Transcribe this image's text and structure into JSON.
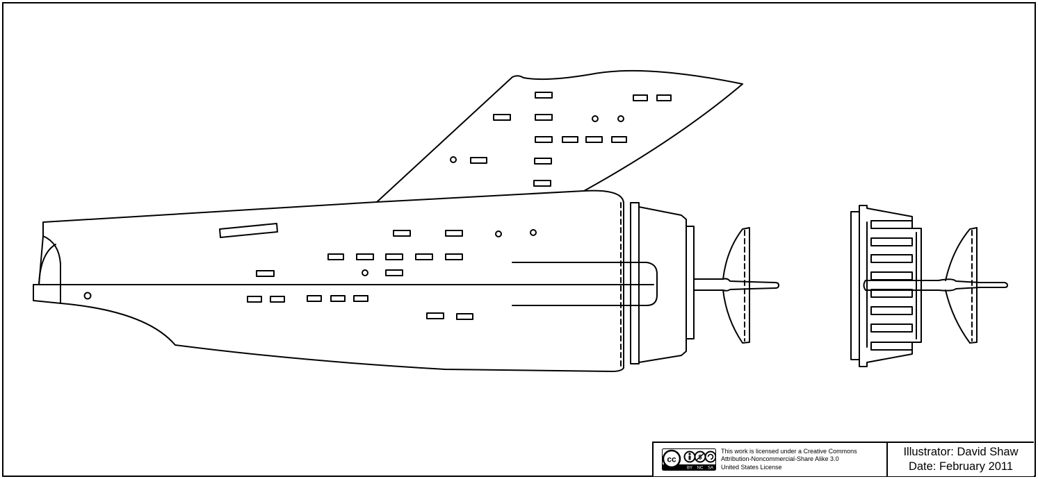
{
  "license": {
    "line1": "This work is licensed under a Creative Commons",
    "line2": "Attribution-Noncommercial-Share Alike 3.0",
    "line3": "United States License",
    "badge_text": "cc",
    "badge_labels": [
      "BY",
      "NC",
      "SA"
    ]
  },
  "credits": {
    "illustrator": "Illustrator: David Shaw",
    "date": "Date: February 2011"
  },
  "colors": {
    "line": "#000000",
    "background": "#ffffff"
  }
}
